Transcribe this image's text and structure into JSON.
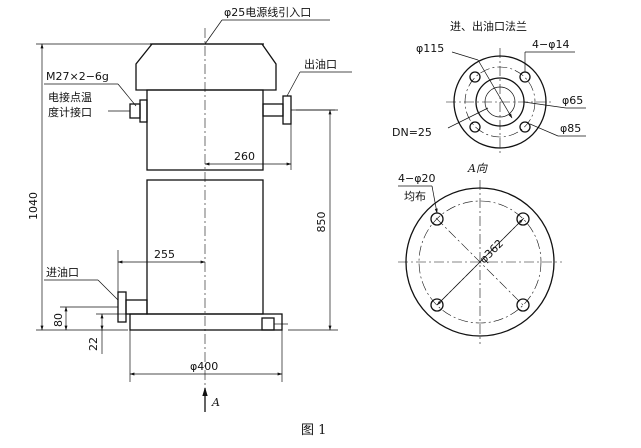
{
  "labels": {
    "cable_inlet": "φ25电源线引入口",
    "thread_spec": "M27×2−6g",
    "thermo_port_line1": "电接点温",
    "thermo_port_line2": "度计接口",
    "oil_outlet": "出油口",
    "oil_inlet": "进油口",
    "flange_title": "进、出油口法兰",
    "flange_dia": "φ115",
    "flange_holes": "4−φ14",
    "flange_pcd": "φ85",
    "flange_bore": "φ65",
    "flange_dn": "DN=25",
    "view_a": "A向",
    "base_holes_line1": "4−φ20",
    "base_holes_line2": "均布",
    "base_pcd": "φ362",
    "arrow_letter": "A",
    "figure_caption": "图 1"
  },
  "dimensions": {
    "total_height": "1040",
    "outlet_height": "850",
    "outlet_offset": "260",
    "inlet_offset": "255",
    "base_diameter": "φ400",
    "inlet_height": "80",
    "base_gap": "22"
  }
}
